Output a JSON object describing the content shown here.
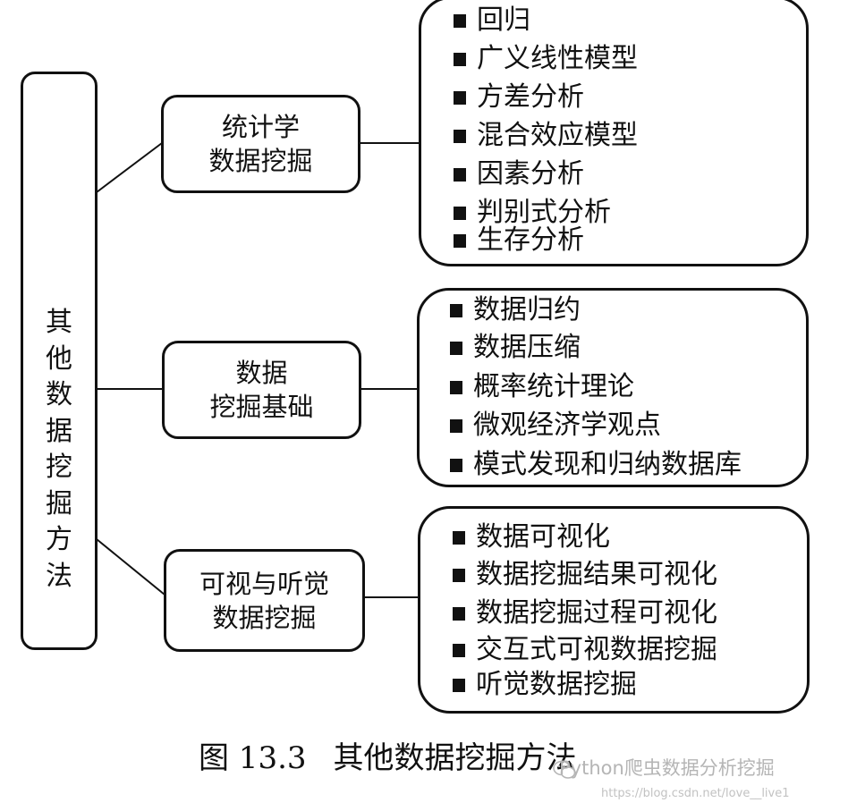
{
  "root": {
    "characters": [
      "其",
      "他",
      "数",
      "据",
      "挖",
      "掘",
      "方",
      "法"
    ]
  },
  "categories": [
    {
      "lines": [
        "统计学",
        "数据挖掘"
      ],
      "items": [
        "回归",
        "广义线性模型",
        "方差分析",
        "混合效应模型",
        "因素分析",
        "判别式分析",
        "生存分析"
      ]
    },
    {
      "lines": [
        "数据",
        "挖掘基础"
      ],
      "items": [
        "数据归约",
        "数据压缩",
        "概率统计理论",
        "微观经济学观点",
        "模式发现和归纳数据库"
      ]
    },
    {
      "lines": [
        "可视与听觉",
        "数据挖掘"
      ],
      "items": [
        "数据可视化",
        "数据挖掘结果可视化",
        "数据挖掘过程可视化",
        "交互式可视数据挖掘",
        "听觉数据挖掘"
      ]
    }
  ],
  "caption": {
    "number": "图 13.3",
    "title": "其他数据挖掘方法"
  },
  "watermark": {
    "text": "Python爬虫数据分析挖掘",
    "url": "https://blog.csdn.net/love__live1",
    "icon": "wechat-icon"
  },
  "colors": {
    "ink": "#111111",
    "background": "#ffffff",
    "watermark": "#b5b5b5"
  }
}
